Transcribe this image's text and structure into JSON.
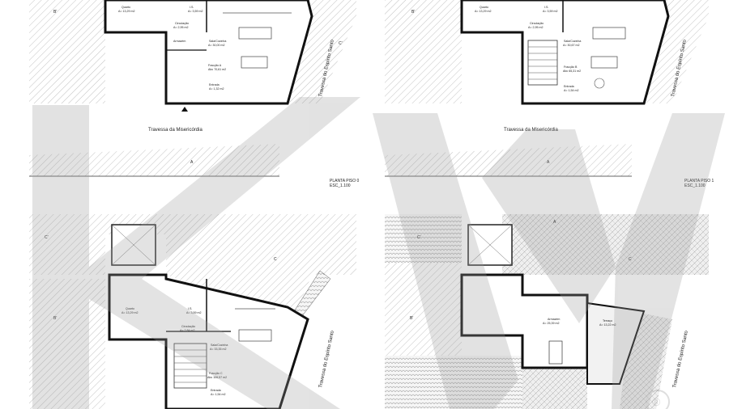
{
  "panels": {
    "p1": {
      "street_bottom": "Travessa da Misericórdia",
      "street_side": "Travessa do Espírito Santo",
      "title": "PLANTA PISO 0",
      "scale": "ESC_1.100",
      "rooms": [
        {
          "name": "Quarto",
          "area": "A= 13,29 m2"
        },
        {
          "name": "I.S.",
          "area": "A= 3,59 m2"
        },
        {
          "name": "Circulação",
          "area": "A= 2,95 m2"
        },
        {
          "name": "Sala/Cozinha",
          "area": "A= 30,00 m2"
        },
        {
          "name": "Armazém",
          "area": ""
        },
        {
          "name": "Fracção A",
          "area": "Abc 70,61 m2"
        },
        {
          "name": "Entrada",
          "area": "A= 1,32 m2"
        }
      ],
      "axis_marks": [
        "B'",
        "C'",
        "A"
      ]
    },
    "p2": {
      "street_bottom": "Travessa da Misericórdia",
      "street_side": "Travessa do Espírito Santo",
      "title": "PLANTA PISO 1",
      "scale": "ESC_1.100",
      "rooms": [
        {
          "name": "Quarto",
          "area": "A= 13,29 m2"
        },
        {
          "name": "I.S.",
          "area": "A= 3,59 m2"
        },
        {
          "name": "Circulação",
          "area": "A= 2,95 m2"
        },
        {
          "name": "Sala/Cozinha",
          "area": "A= 30,67 m2"
        },
        {
          "name": "Fracção B",
          "area": "Abc 65,31 m2"
        },
        {
          "name": "Entrada",
          "area": "A= 1,54 m2"
        }
      ],
      "axis_marks": [
        "B'",
        "A"
      ]
    },
    "p3": {
      "street_side": "Travessa do Espírito Santo",
      "rooms": [
        {
          "name": "Quarto",
          "area": "A= 13,29 m2"
        },
        {
          "name": "I.S.",
          "area": "A= 3,59 m2"
        },
        {
          "name": "Circulação",
          "area": "A= 2,84 m2"
        },
        {
          "name": "Sala/Cozinha",
          "area": "A= 33,35 m2"
        },
        {
          "name": "Fracção C",
          "area": "Abc 106,57 m2"
        },
        {
          "name": "Entrada",
          "area": "A= 1,54 m2"
        }
      ],
      "axis_marks": [
        "C'",
        "C",
        "B'"
      ]
    },
    "p4": {
      "street_side": "Travessa do Espírito Santo",
      "rooms": [
        {
          "name": "Armazém",
          "area": "A= 25,39 m2"
        },
        {
          "name": "Terraço",
          "area": "A= 13,22 m2"
        }
      ],
      "axis_marks": [
        "C'",
        "A",
        "C",
        "B'"
      ]
    }
  },
  "watermark": {
    "letters": "KW",
    "mark": "®"
  }
}
